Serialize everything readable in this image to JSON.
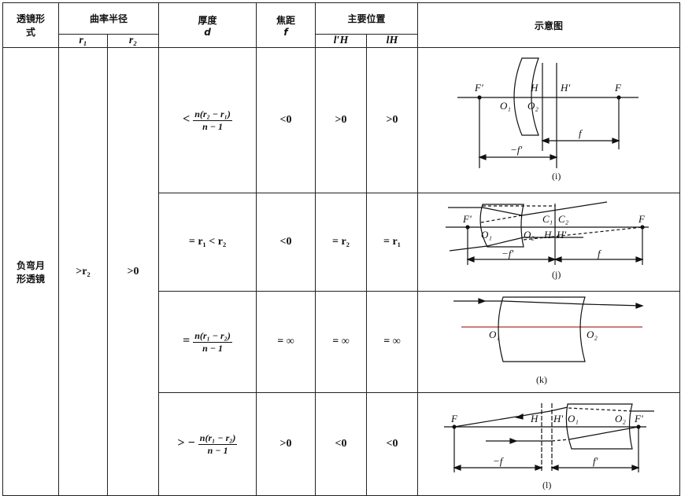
{
  "header": {
    "lens_form": "透镜形式",
    "radius": "曲率半径",
    "r1": "r₁",
    "r2": "r₂",
    "thickness": "厚度",
    "d": "d",
    "focal": "焦距",
    "f": "f",
    "principal": "主要位置",
    "lH_prime": "l′H",
    "lH": "lH",
    "diagram": "示意图"
  },
  "lens_type": "负弯月形透镜",
  "r1_value": ">r₂",
  "r2_value": ">0",
  "rows": [
    {
      "d_rel": "<",
      "d_num": "n(r₂ − r₁)",
      "d_den": "n − 1",
      "f": "<0",
      "lHp": ">0",
      "lH": ">0",
      "caption": "(i)"
    },
    {
      "d_text": "= r₁ < r₂",
      "f": "<0",
      "lHp": "= r₂",
      "lH": "= r₁",
      "caption": "(j)"
    },
    {
      "d_rel": "=",
      "d_num": "n(r₁ − r₂)",
      "d_den": "n − 1",
      "f": "= ∞",
      "lHp": "= ∞",
      "lH": "= ∞",
      "caption": "(k)"
    },
    {
      "d_rel": "> −",
      "d_num": "n(r₁ − r₂)",
      "d_den": "n − 1",
      "f": ">0",
      "lHp": "<0",
      "lH": "<0",
      "caption": "(l)"
    }
  ],
  "labels": {
    "F": "F",
    "Fp": "F′",
    "H": "H",
    "Hp": "H′",
    "O1": "O₁",
    "O2": "O₂",
    "C1": "C₁",
    "C2": "C₂",
    "f": "f",
    "fp": "f′",
    "mfp": "−f′",
    "mf": "−f"
  },
  "colors": {
    "axis_k": "#b03030"
  }
}
